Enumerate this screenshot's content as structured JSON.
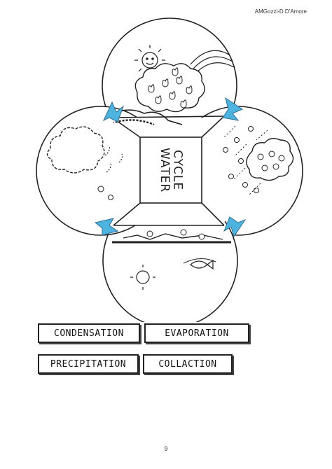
{
  "header": {
    "author": "AMGozzi-D.D’Amore"
  },
  "diagram": {
    "title_line1": "WATER",
    "title_line2": "CYCLE",
    "arrow_color": "#4fb3e0"
  },
  "labels": [
    {
      "text": "CONDENSATION"
    },
    {
      "text": "EVAPORATION"
    },
    {
      "text": "PRECIPITATION"
    },
    {
      "text": "COLLACTION"
    }
  ],
  "footer": {
    "page_number": "9"
  }
}
